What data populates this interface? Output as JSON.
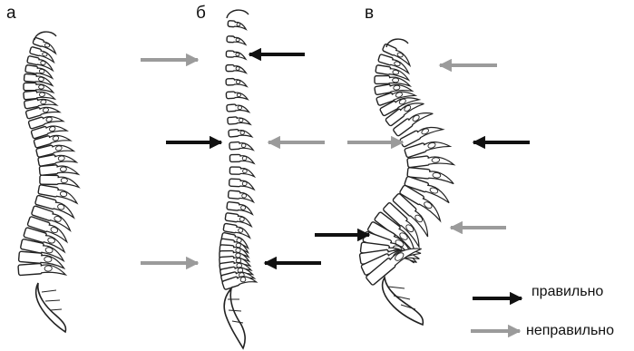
{
  "panels": {
    "a": {
      "label": "а"
    },
    "b": {
      "label": "б"
    },
    "c": {
      "label": "в"
    }
  },
  "legend": {
    "correct": {
      "label": "правильно",
      "color": "#111111"
    },
    "incorrect": {
      "label": "неправильно",
      "color": "#9b9b9b"
    }
  },
  "colors": {
    "arrow_correct": "#111111",
    "arrow_incorrect": "#9b9b9b",
    "outline": "#222222"
  }
}
